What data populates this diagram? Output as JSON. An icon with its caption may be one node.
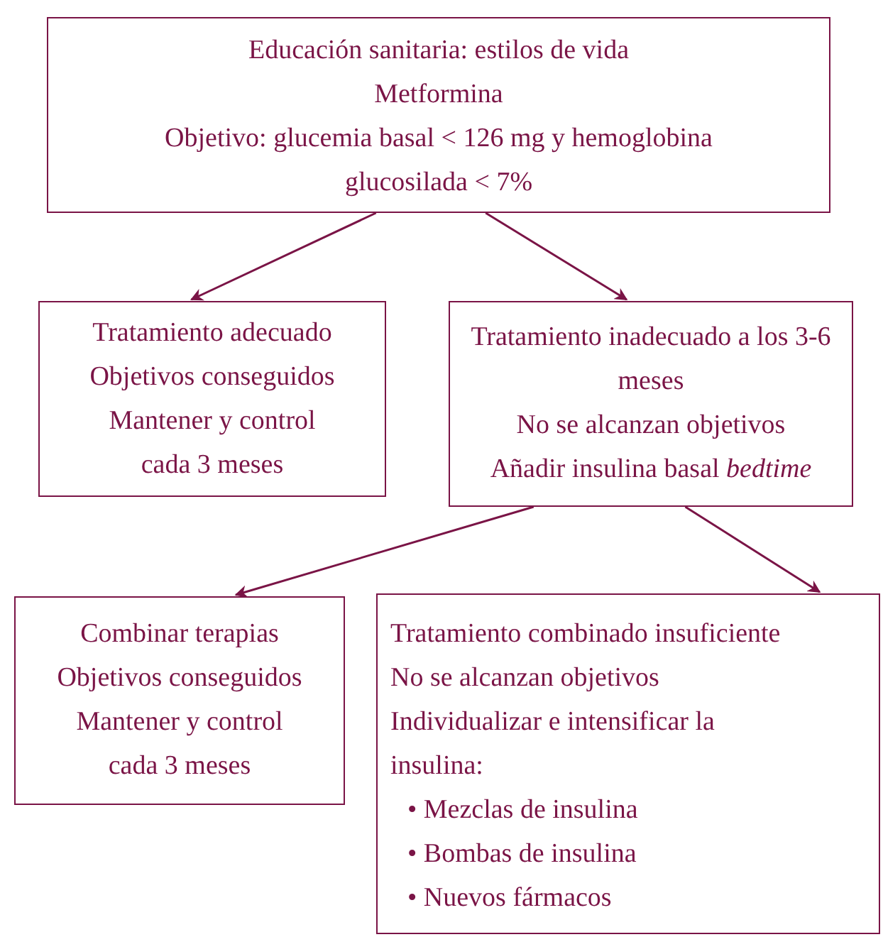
{
  "diagram": {
    "nodes": [
      {
        "text": [
          "Educación sanitaria: estilos de vida",
          "Metformina",
          "Objetivo: glucemia basal < 126 mg y hemoglobina glucosilada < 7%"
        ]
      },
      {
        "text": [
          "Tratamiento adecuado",
          "Objetivos conseguidos",
          "Mantener y control cada 3 meses"
        ]
      },
      {
        "text": [
          "Tratamiento inadecuado a los 3-6 meses",
          "No se alcanzan objetivos",
          "Añadir insulina basal *bedtime*"
        ]
      },
      {
        "text": [
          "Combinar terapias",
          "Objetivos conseguidos",
          "Mantener y control cada 3 meses"
        ]
      },
      {
        "text": [
          "Tratamiento combinado insuficiente",
          "No se alcanzan objetivos",
          "Individualizar e intensificar la insulina:",
          "• Mezclas de insulina",
          "• Bombas de insulina",
          "• Nuevos fármacos"
        ]
      }
    ],
    "edges": [
      {
        "from": 0,
        "to": 1,
        "arrow": "to"
      },
      {
        "from": 0,
        "to": 2,
        "arrow": "to"
      },
      {
        "from": 2,
        "to": 3,
        "arrow": "to"
      },
      {
        "from": 2,
        "to": 4,
        "arrow": "to"
      }
    ]
  }
}
